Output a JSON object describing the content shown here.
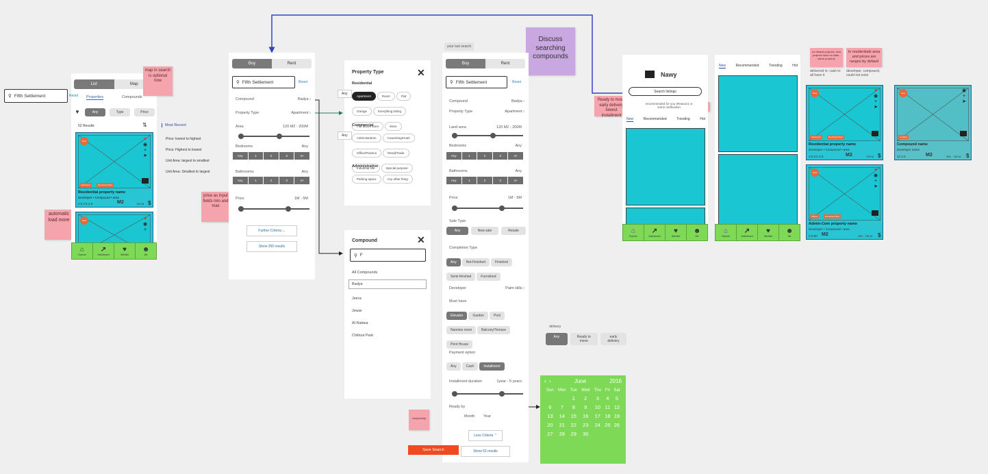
{
  "standalone": {
    "search_value": "Fifth Settlement",
    "note_automatic": "automatic load more",
    "note_price": "price as input fields min and max",
    "note_discuss": "Discuss searching compounds",
    "last_search": "your last search",
    "sticky_small": "early/ready",
    "note_ready": "Ready to move early delivery lowest installment",
    "note_nodefault": "no default projects, new projects have no data - same property",
    "note_ranges": "In residentials area and prices are ranges by default",
    "text_delivered": "delivered in: cash in: all have it",
    "text_developer": "developer, compound, could not exist"
  },
  "list_screen": {
    "toggle": [
      "List",
      "Map"
    ],
    "note_map": "map in search is optional now",
    "reset": "Reset",
    "tabs": [
      "Properties",
      "Compounds"
    ],
    "filters": [
      "Any",
      "Type",
      "Price"
    ],
    "results": "52 Results",
    "sort_options": [
      "Most Recent",
      "Price: lowest to highest",
      "Price: Highest to lowest",
      "Unit Area: largest to smallest",
      "Unit Area: Smallest to largest"
    ],
    "card": {
      "badge_new": "New",
      "tag1": "Apartment",
      "tag2": "Developer/Type",
      "title": "Residential property name",
      "subtitle": "Developer • Compound • area",
      "stats": "2.5   2.5   2.5",
      "unit": "M2",
      "price": "750 M",
      "currency": "$"
    },
    "nav": [
      "Explore",
      "Dashboard",
      "Wishlist",
      "Me"
    ]
  },
  "filter_screen": {
    "toggle": [
      "Buy",
      "Rent"
    ],
    "search": "Fifth Settlement",
    "reset": "Reset",
    "compound_label": "Compound",
    "compound_value": "Badya",
    "type_label": "Property Type",
    "type_value": "Apartment",
    "area_label": "Area",
    "area_value": "120 M2 - 200M",
    "bedrooms": "Bedrooms",
    "bathrooms": "Bathrooms",
    "any": "Any",
    "counts": [
      "Any",
      "1",
      "2",
      "3",
      "4+"
    ],
    "price_label": "Price",
    "price_value": "1M - 5M",
    "further": "Further Criteria",
    "show": "Show 250 results"
  },
  "type_panel": {
    "title": "Property Type",
    "any": "Any",
    "residential": "Residential",
    "res_items": [
      "Apartment",
      "Room",
      "Flat",
      "Garage",
      "Everything listing",
      "Flat above store",
      "More"
    ],
    "commercial": "Commercial",
    "com_items": [
      "Administration",
      "Coworking/Hotel",
      "Office/Practice",
      "Retail/Trade",
      "Industrial site",
      "Special purpose"
    ],
    "administrative": "Administrative",
    "adm_items": [
      "Parking space",
      "Any other thing"
    ]
  },
  "compound_panel": {
    "title": "Compound",
    "search": "F",
    "items": [
      "All Compounds",
      "Badya",
      "Jeera",
      "Jewar",
      "Al Rabwa",
      "Chillout Park"
    ]
  },
  "long_filter": {
    "toggle": [
      "Buy",
      "Rent"
    ],
    "search": "Fifth Settlement",
    "reset": "Reset",
    "compound_label": "Compound",
    "compound_value": "Badya",
    "type_label": "Property Type",
    "type_value": "Apartment",
    "land_label": "Land area",
    "land_value": "120 M2 - 200M",
    "bedrooms": "Bedrooms",
    "bathrooms": "Bathrooms",
    "any": "Any",
    "counts": [
      "Any",
      "1",
      "2",
      "3",
      "4+"
    ],
    "price_label": "Price",
    "price_value": "1M - 5M",
    "sale_label": "Sale Type",
    "sale": [
      "Any",
      "New sale",
      "Resale"
    ],
    "completion_label": "Completion Type",
    "completion": [
      "Any",
      "Not-Finished",
      "Finished",
      "Semi-finished",
      "Furnished"
    ],
    "developer_label": "Developer",
    "developer_value": "Palm Hills",
    "must_label": "Must have",
    "must": [
      "Elevator",
      "Garden",
      "Pool",
      "Nannies room",
      "Balcony/Terrace",
      "Pent House"
    ],
    "payment_label": "Payment option",
    "payment": [
      "Any",
      "Cash",
      "Installment"
    ],
    "installment_label": "Installment duration",
    "installment_value": "1year - 5 years",
    "ready_label": "Ready by",
    "ready_parts": [
      "Month",
      "Year"
    ],
    "less": "Less Criteria",
    "save": "Save Search",
    "show": "Show 52 results"
  },
  "delivery": {
    "label": "delivery",
    "options": [
      "Any",
      "Ready to move",
      "early delivery"
    ]
  },
  "calendar": {
    "month": "June",
    "year": "2016",
    "days": [
      "Sun",
      "Mon",
      "Tue",
      "Wed",
      "Thu",
      "Fri",
      "Sat"
    ],
    "weeks": [
      [
        "",
        "",
        "",
        "1",
        "2",
        "3",
        "4",
        "5"
      ],
      [
        "6",
        "7",
        "8",
        "9",
        "10",
        "11",
        "12"
      ],
      [
        "13",
        "14",
        "15",
        "16",
        "17",
        "18",
        "19"
      ],
      [
        "20",
        "21",
        "22",
        "23",
        "24",
        "25",
        "26"
      ],
      [
        "27",
        "28",
        "29",
        "30",
        "",
        "",
        ""
      ]
    ]
  },
  "home_screen": {
    "brand": "Nawy",
    "search": "Search listings",
    "recommended": "recommended for you (Reason) or some notification",
    "tabs": [
      "New",
      "Recommended",
      "Trending",
      "Hot"
    ],
    "nav": [
      "Explore",
      "Dashboard",
      "Wishlist",
      "Me"
    ]
  },
  "home2_screen": {
    "tabs": [
      "New",
      "Recommended",
      "Trending",
      "Hot"
    ],
    "nav": [
      "Explore",
      "Dashboard",
      "Wishlist",
      "Me"
    ]
  },
  "cards_right": {
    "res": {
      "badge": "New",
      "tag1": "Apartment",
      "tag2": "Developer/Type",
      "title": "Residential property name",
      "subtitle": "Developer • Compound • area",
      "stats": "2.5   2.5   2.5",
      "unit": "M2",
      "price": "750 M",
      "currency": "$"
    },
    "admin": {
      "badge": "New",
      "tag1": "Offices",
      "tag2": "Developer/Type",
      "title": "Admin-Com property name",
      "subtitle": "Developer • Compound • area",
      "stats": "2.5-50",
      "unit": "M2",
      "price": "350 - 750 M",
      "currency": "$"
    },
    "compound": {
      "badge": "New",
      "tag1": "Location",
      "title": "Compound name",
      "subtitle": "Developer name",
      "stats": "12   2.5",
      "unit": "M2",
      "price": "350 - 750 M",
      "currency": "$"
    }
  }
}
